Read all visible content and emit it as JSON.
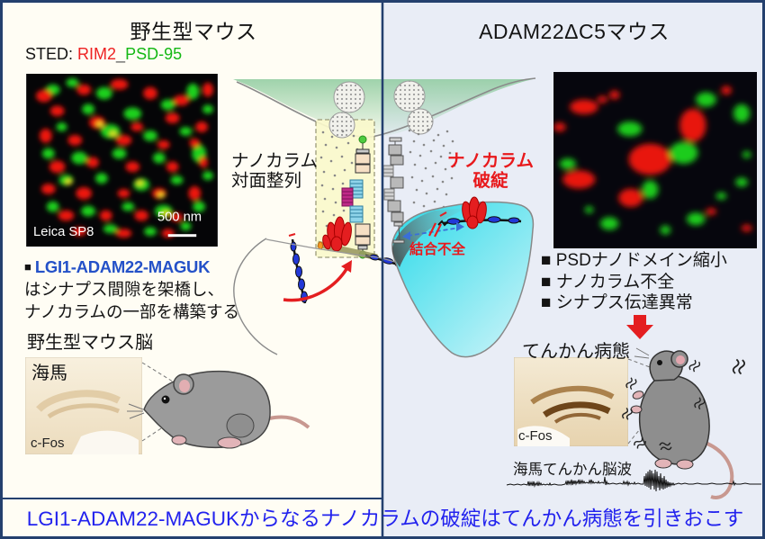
{
  "header": {
    "left_title": "野生型マウス",
    "right_title": "ADAM22ΔC5マウス"
  },
  "left_panel": {
    "sted_prefix": "STED:",
    "sted_red": "RIM2",
    "sted_sep": "_",
    "sted_green": "PSD-95",
    "micrograph_credit": "Leica SP8",
    "scale_bar": "500 nm",
    "finding_bullet": "■",
    "finding_highlight": "LGI1-ADAM22-MAGUK",
    "finding_line2": "はシナプス間隙を架橋し、",
    "finding_line3": "ナノカラムの一部を構築する",
    "brain_heading": "野生型マウス脳",
    "brain_region": "海馬",
    "stain_label": "c-Fos"
  },
  "diagram": {
    "aligned_line1": "ナノカラム",
    "aligned_line2": "対面整列",
    "broken_line1": "ナノカラム",
    "broken_line2": "破綻",
    "binding_failure": "結合不全"
  },
  "right_panel": {
    "findings": [
      "■ PSDナノドメイン縮小",
      "■ ナノカラム不全",
      "■ シナプス伝達異常"
    ],
    "pathology_heading": "てんかん病態",
    "stain_label": "c-Fos",
    "eeg_label": "海馬てんかん脳波"
  },
  "conclusion": "LGI1-ADAM22-MAGUKからなるナノカラムの破綻はてんかん病態を引きおこす",
  "colors": {
    "accent_red": "#e8191c",
    "accent_blue": "#2222ee",
    "highlight_blue": "#2451c8",
    "rim2_red": "#ee2222",
    "psd95_green": "#14b814",
    "border_navy": "#24406e"
  }
}
